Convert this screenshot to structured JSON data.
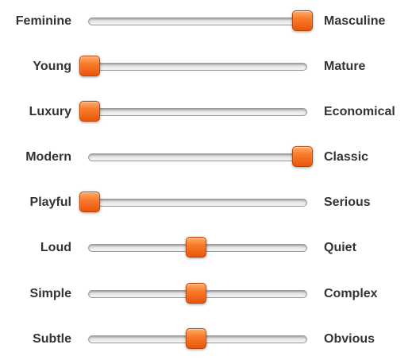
{
  "colors": {
    "thumb_accent": "#f26b1d",
    "label_text": "#333333",
    "track_border": "#9a9a9a"
  },
  "sliders": [
    {
      "left_label": "Feminine",
      "right_label": "Masculine",
      "value": 1.0
    },
    {
      "left_label": "Young",
      "right_label": "Mature",
      "value": 0.0
    },
    {
      "left_label": "Luxury",
      "right_label": "Economical",
      "value": 0.0
    },
    {
      "left_label": "Modern",
      "right_label": "Classic",
      "value": 1.0
    },
    {
      "left_label": "Playful",
      "right_label": "Serious",
      "value": 0.0
    },
    {
      "left_label": "Loud",
      "right_label": "Quiet",
      "value": 0.5
    },
    {
      "left_label": "Simple",
      "right_label": "Complex",
      "value": 0.5
    },
    {
      "left_label": "Subtle",
      "right_label": "Obvious",
      "value": 0.5
    }
  ]
}
